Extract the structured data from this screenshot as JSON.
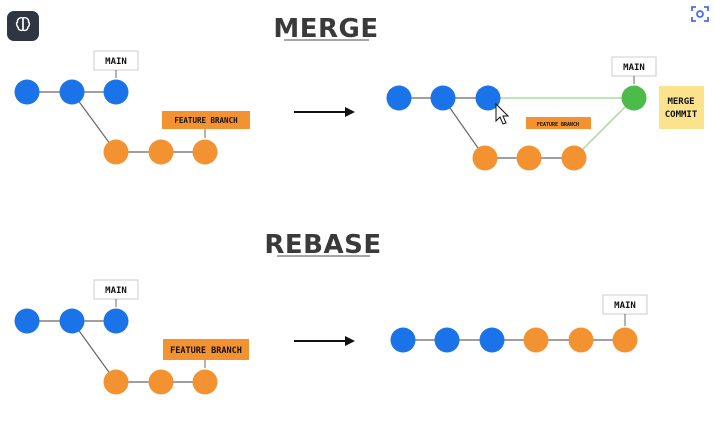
{
  "merge": {
    "title": "MERGE",
    "before": {
      "main_label": "MAIN",
      "feature_label": "FEATURE BRANCH"
    },
    "after": {
      "main_label": "MAIN",
      "feature_label": "FEATURE BRANCH",
      "merge_commit_line1": "MERGE",
      "merge_commit_line2": "COMMIT"
    }
  },
  "rebase": {
    "title": "REBASE",
    "before": {
      "main_label": "MAIN",
      "feature_label": "FEATURE BRANCH"
    },
    "after": {
      "main_label": "MAIN"
    }
  },
  "colors": {
    "main_commit": "#1a73e8",
    "feature_commit": "#f39230",
    "merge_commit": "#4cbb4a",
    "sticky_note": "#fbe38d",
    "feature_label_bg": "#f39230",
    "merge_link": "#a8dba0"
  },
  "icons": {
    "app_button": "brain-icon",
    "lens_button": "scan-icon",
    "cursor": "mouse-pointer-icon"
  }
}
